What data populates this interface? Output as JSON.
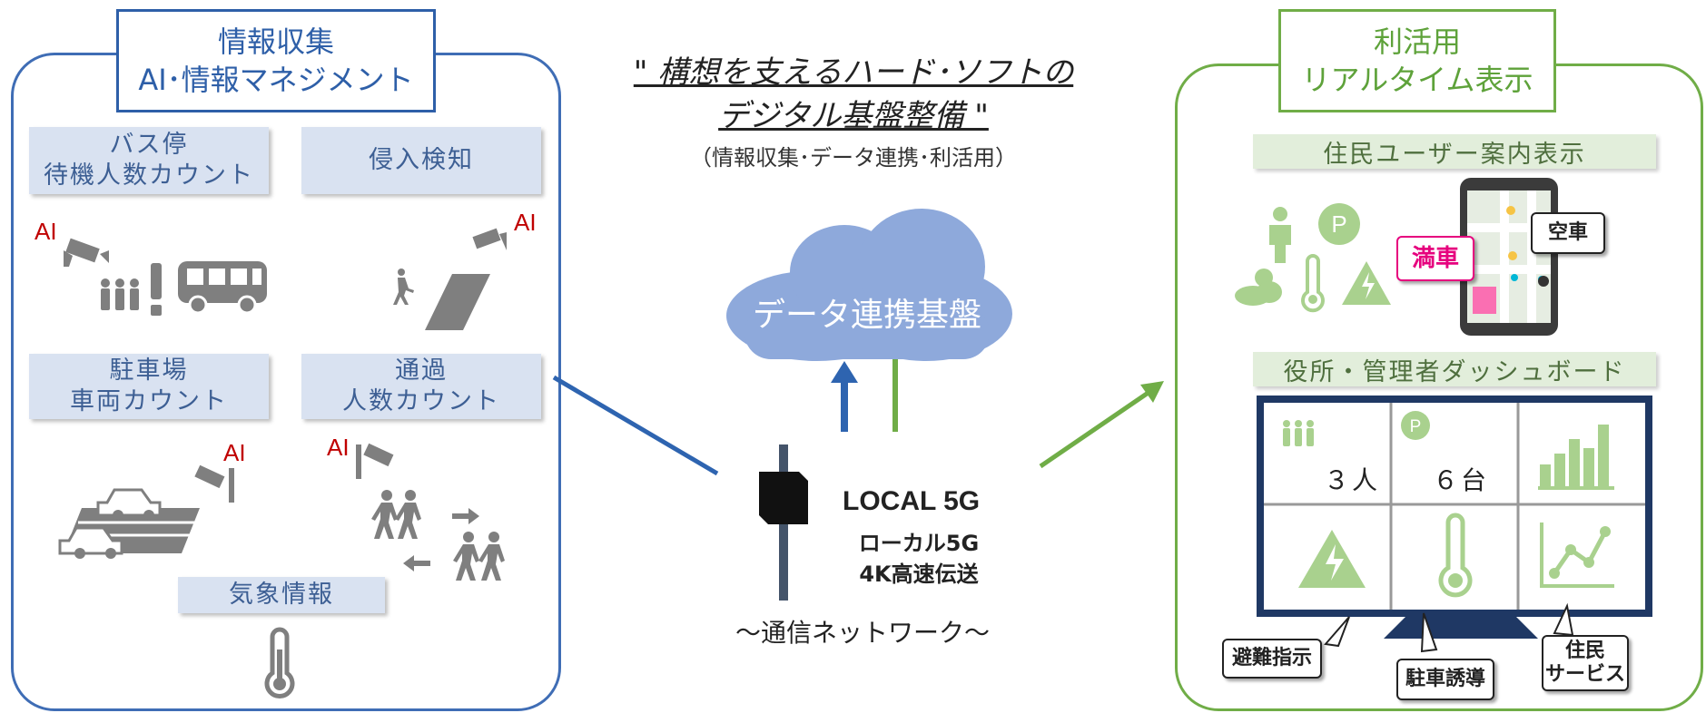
{
  "left": {
    "title_line1": "情報収集",
    "title_line2": "AI･情報マネジメント",
    "labels": {
      "bus_stop_1": "バス停",
      "bus_stop_2": "待機人数カウント",
      "intrusion": "侵入検知",
      "parking_1": "駐車場",
      "parking_2": "車両カウント",
      "passing_1": "通過",
      "passing_2": "人数カウント",
      "weather": "気象情報"
    },
    "ai_tag": "AI"
  },
  "center": {
    "heading_line1": "\" 構想を支えるハード･ソフトの",
    "heading_line2": "デジタル基盤整備 \"",
    "subheading": "（情報収集･データ連携･利活用）",
    "cloud_label": "データ連携基盤",
    "local5g_title": "LOCAL 5G",
    "local5g_line1": "ローカル5G",
    "local5g_line2": "4K高速伝送",
    "network_label": "～通信ネットワーク～"
  },
  "right": {
    "title_line1": "利活用",
    "title_line2": "リアルタイム表示",
    "resident_label": "住民ユーザー案内表示",
    "full_badge": "満車",
    "empty_badge": "空車",
    "dashboard_label": "役所・管理者ダッシュボード",
    "people_count": "３人",
    "parking_count": "６台",
    "callout_evacuation": "避難指示",
    "callout_parking": "駐車誘導",
    "callout_service_1": "住民",
    "callout_service_2": "サービス"
  },
  "colors": {
    "left_border": "#3f6db5",
    "right_border": "#70ad47",
    "cloud": "#8ea9db",
    "icon_gray": "#7f7f7f",
    "icon_green": "#a9d18e",
    "ai_red": "#c00000",
    "full_pink": "#e6007e"
  }
}
